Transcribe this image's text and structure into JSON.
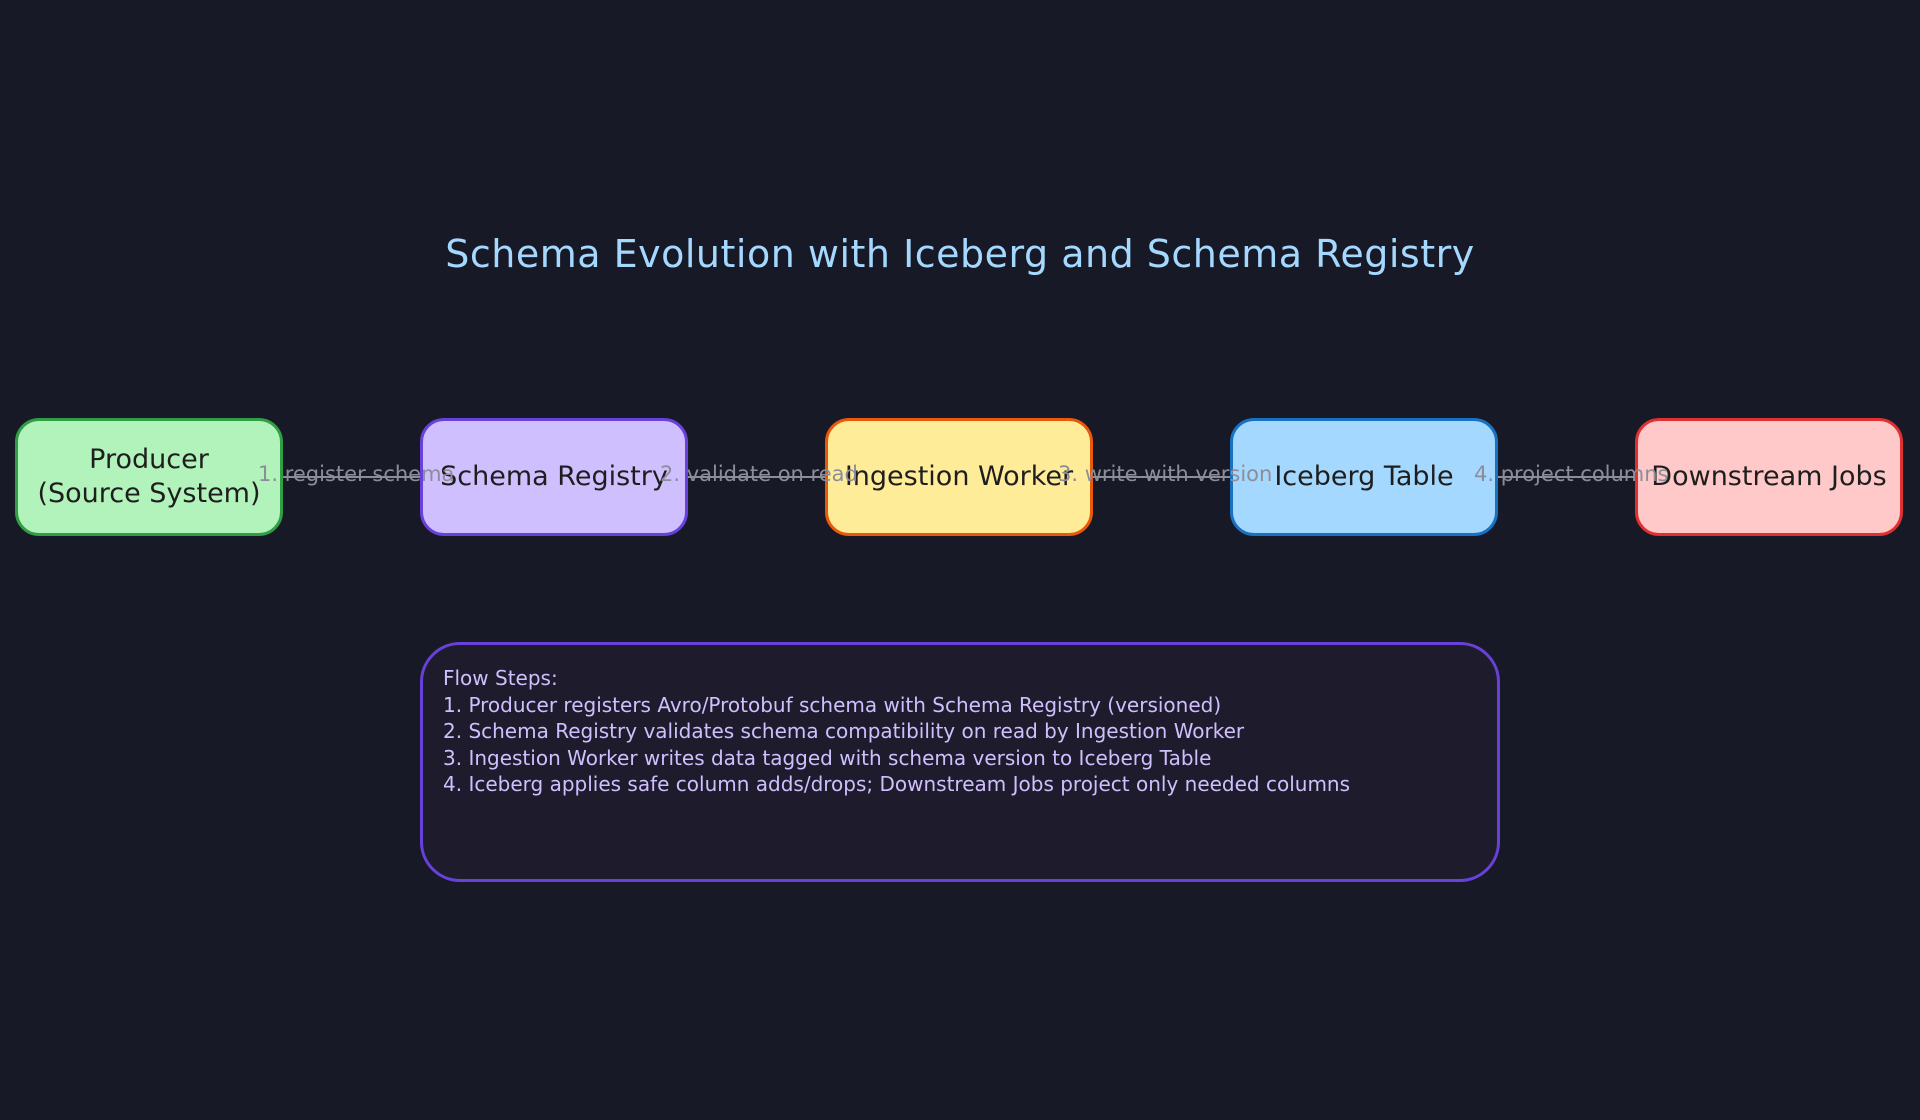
{
  "title": "Schema Evolution with Iceberg and Schema Registry",
  "colors": {
    "background": "#181926",
    "title": "#a5d8ff",
    "edge_label": "#8d8d99",
    "notes_text": "#d0bfff",
    "notes_border": "#6741d9"
  },
  "nodes": [
    {
      "label": "Producer\n(Source System)",
      "fill": "#b2f2bb",
      "stroke": "#2f9e44"
    },
    {
      "label": "Schema Registry",
      "fill": "#d0bfff",
      "stroke": "#6741d9"
    },
    {
      "label": "Ingestion Worker",
      "fill": "#ffec99",
      "stroke": "#e8590c"
    },
    {
      "label": "Iceberg Table",
      "fill": "#a5d8ff",
      "stroke": "#1971c2"
    },
    {
      "label": "Downstream Jobs",
      "fill": "#ffc9c9",
      "stroke": "#e03131"
    }
  ],
  "edges": [
    {
      "from": 0,
      "to": 1,
      "label": "1. register schema"
    },
    {
      "from": 1,
      "to": 2,
      "label": "2. validate on read"
    },
    {
      "from": 2,
      "to": 3,
      "label": "3. write with version"
    },
    {
      "from": 3,
      "to": 4,
      "label": "4. project columns"
    }
  ],
  "notes": {
    "heading": "Flow Steps:",
    "lines": [
      "1. Producer registers Avro/Protobuf schema with Schema Registry (versioned)",
      "2. Schema Registry validates schema compatibility on read by Ingestion Worker",
      "3. Ingestion Worker writes data tagged with schema version to Iceberg Table",
      "4. Iceberg applies safe column adds/drops; Downstream Jobs project only needed columns"
    ]
  }
}
